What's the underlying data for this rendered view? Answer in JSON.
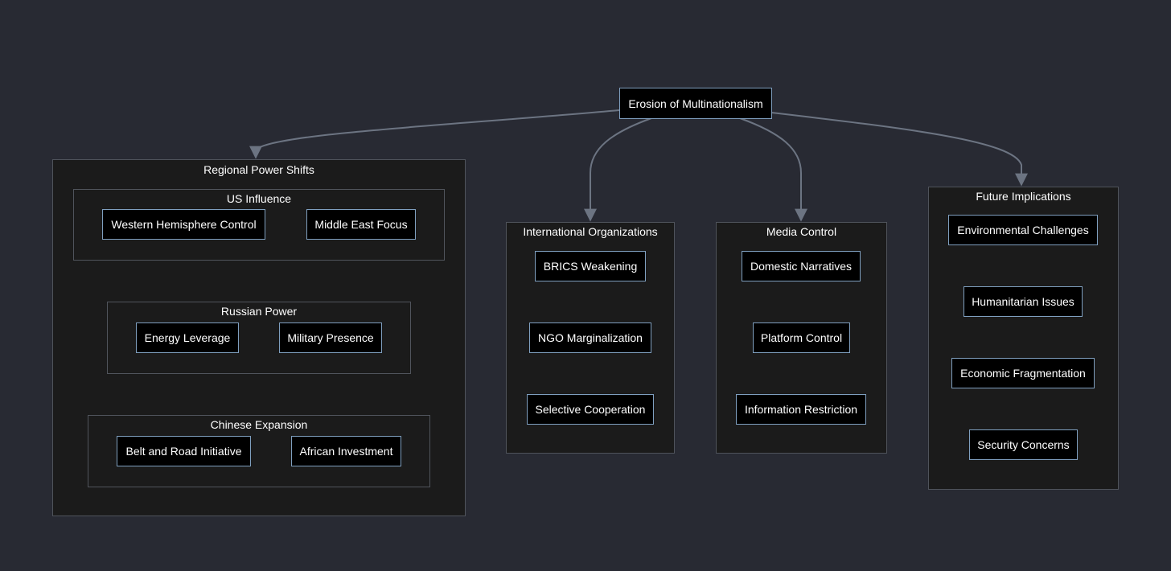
{
  "root": {
    "label": "Erosion of Multinationalism"
  },
  "clusters": {
    "regional": {
      "title": "Regional Power Shifts",
      "us": {
        "title": "US Influence",
        "nodes": [
          "Western Hemisphere Control",
          "Middle East Focus"
        ]
      },
      "russia": {
        "title": "Russian Power",
        "nodes": [
          "Energy Leverage",
          "Military Presence"
        ]
      },
      "china": {
        "title": "Chinese Expansion",
        "nodes": [
          "Belt and Road Initiative",
          "African Investment"
        ]
      }
    },
    "intl": {
      "title": "International Organizations",
      "nodes": [
        "BRICS Weakening",
        "NGO Marginalization",
        "Selective Cooperation"
      ]
    },
    "media": {
      "title": "Media Control",
      "nodes": [
        "Domestic Narratives",
        "Platform Control",
        "Information Restriction"
      ]
    },
    "future": {
      "title": "Future Implications",
      "nodes": [
        "Environmental Challenges",
        "Humanitarian Issues",
        "Economic Fragmentation",
        "Security Concerns"
      ]
    }
  },
  "colors": {
    "background": "#282a33",
    "cluster_fill": "#1b1b1b",
    "cluster_border": "#4f535b",
    "node_fill": "#000000",
    "node_border": "#7f9fbf",
    "edge": "#6c7482",
    "text": "#ffffff"
  }
}
